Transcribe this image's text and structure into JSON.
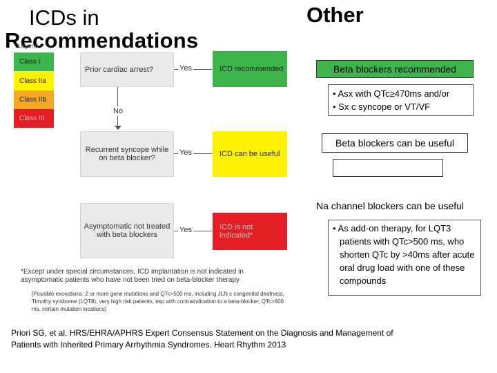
{
  "title": {
    "line1": "ICDs in",
    "line2": "Recommendations",
    "right": "Other"
  },
  "legend": {
    "label": "Legend",
    "items": [
      {
        "label": "Class I",
        "color": "#3db54a",
        "text_color": "#222222"
      },
      {
        "label": "Class IIa",
        "color": "#fff200",
        "text_color": "#222222"
      },
      {
        "label": "Class IIb",
        "color": "#f7a823",
        "text_color": "#222222"
      },
      {
        "label": "Class III",
        "color": "#e31e24",
        "text_color": "#c4c4c4"
      }
    ]
  },
  "flow": {
    "q1": "Prior cardiac arrest?",
    "yes1": "Yes",
    "r1": "ICD recommended",
    "no": "No",
    "q2": "Recurrent syncope while on beta blocker?",
    "yes2": "Yes",
    "r2": "ICD can be useful",
    "q3": "Asymptomatic not treated with beta blockers",
    "yes3": "Yes",
    "r3": "ICD is not indicated*",
    "footnote": "*Except under special circumstances, ICD implantation is not indicated in asymptomatic patients who have not been tried on beta-blocker therapy",
    "exceptions": "[Possible exceptions: 2 or more gene mutations and QTc>500 ms, including JLN c congenital deafness, Timothy syndrome (LQT8), very high risk patients, esp with contraindication to a beta-blocker, QTc>600 ms, certain mutation locations]"
  },
  "other": {
    "box1": "Beta blockers recommended",
    "box1_bullets": [
      "Asx with QTc≥470ms and/or",
      "Sx c syncope or VT/VF"
    ],
    "box2": "Beta blockers can be useful",
    "box3": "Na channel blockers can be useful",
    "box3_bullet": "As add-on therapy, for LQT3 patients with QTc>500 ms, who shorten QTc by >40ms after acute oral drug load with one of these compounds"
  },
  "citation": "Priori SG, et al. HRS/EHRA/APHRS Expert Consensus Statement on the Diagnosis and Management of Patients with Inherited Primary Arrhythmia Syndromes. Heart Rhythm 2013"
}
